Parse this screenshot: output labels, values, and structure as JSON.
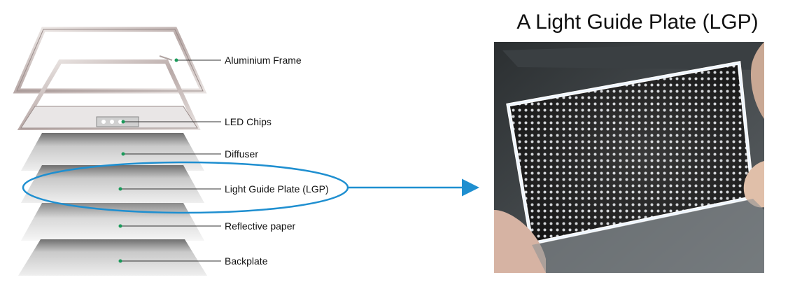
{
  "diagram": {
    "layers": [
      {
        "id": "frame",
        "label": "Aluminium Frame"
      },
      {
        "id": "led",
        "label": "LED Chips"
      },
      {
        "id": "diffuser",
        "label": "Diffuser"
      },
      {
        "id": "lgp",
        "label": "Light Guide Plate (LGP)",
        "highlighted": true
      },
      {
        "id": "reflective",
        "label": "Reflective paper"
      },
      {
        "id": "backplate",
        "label": "Backplate"
      }
    ],
    "highlight_color": "#1f8fd0",
    "dot_color": "#1a9a5a"
  },
  "photo": {
    "title": "A Light Guide Plate (LGP)",
    "subject": "illuminated-acrylic-panel-with-dot-pattern"
  }
}
